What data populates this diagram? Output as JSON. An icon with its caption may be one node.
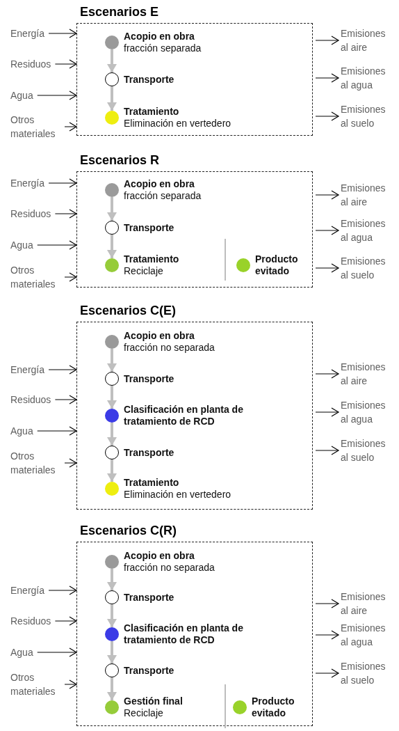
{
  "diagram": {
    "nodes": [
      {
        "text": [
          "Escenarios E"
        ]
      },
      {
        "text": [],
        "shape": "circle",
        "beside": [
          "Acopio en obra",
          "fracción separada"
        ],
        "in": 0
      },
      {
        "text": [],
        "shape": "circle",
        "beside": [
          "Transporte"
        ],
        "in": 0
      },
      {
        "text": [],
        "shape": "circle",
        "beside": [
          "Tratamiento",
          "Eliminación en vertedero"
        ],
        "in": 0
      },
      {
        "text": [
          "Energía"
        ]
      },
      {
        "text": [
          "Residuos"
        ]
      },
      {
        "text": [
          "Agua"
        ]
      },
      {
        "text": [
          "Otros materiales"
        ]
      },
      {
        "text": [
          "Emisiones al aire"
        ]
      },
      {
        "text": [
          "Emisiones al agua"
        ]
      },
      {
        "text": [
          "Emisiones al suelo"
        ]
      },
      {
        "text": [
          "Escenarios R"
        ]
      },
      {
        "text": [],
        "shape": "circle",
        "beside": [
          "Acopio en obra",
          "fracción separada"
        ],
        "in": 11
      },
      {
        "text": [],
        "shape": "circle",
        "beside": [
          "Transporte"
        ],
        "in": 11
      },
      {
        "text": [],
        "shape": "circle",
        "beside": [
          "Tratamiento",
          "Reciclaje"
        ],
        "in": 11
      },
      {
        "text": [],
        "shape": "circle",
        "beside": [
          "Producto evitado"
        ],
        "in": 11
      },
      {
        "text": [
          "Energía"
        ]
      },
      {
        "text": [
          "Residuos"
        ]
      },
      {
        "text": [
          "Agua"
        ]
      },
      {
        "text": [
          "Otros materiales"
        ]
      },
      {
        "text": [
          "Emisiones al aire"
        ]
      },
      {
        "text": [
          "Emisiones al agua"
        ]
      },
      {
        "text": [
          "Emisiones al suelo"
        ]
      },
      {
        "text": [
          "Escenarios C(E)"
        ]
      },
      {
        "text": [],
        "shape": "circle",
        "beside": [
          "Acopio en obra",
          "fracción no separada"
        ],
        "in": 23
      },
      {
        "text": [],
        "shape": "circle",
        "beside": [
          "Transporte"
        ],
        "in": 23
      },
      {
        "text": [],
        "shape": "circle",
        "beside": [
          "Clasificación en planta de tratamiento de RCD"
        ],
        "in": 23
      },
      {
        "text": [],
        "shape": "circle",
        "beside": [
          "Transporte"
        ],
        "in": 23
      },
      {
        "text": [],
        "shape": "circle",
        "beside": [
          "Tratamiento",
          "Eliminación en vertedero"
        ],
        "in": 23
      },
      {
        "text": [
          "Energía"
        ]
      },
      {
        "text": [
          "Residuos"
        ]
      },
      {
        "text": [
          "Agua"
        ]
      },
      {
        "text": [
          "Otros materiales"
        ]
      },
      {
        "text": [
          "Emisiones al aire"
        ]
      },
      {
        "text": [
          "Emisiones al agua"
        ]
      },
      {
        "text": [
          "Emisiones al suelo"
        ]
      },
      {
        "text": [
          "Escenarios C(R)"
        ]
      },
      {
        "text": [],
        "shape": "circle",
        "beside": [
          "Acopio en obra",
          "fracción no separada"
        ],
        "in": 36
      },
      {
        "text": [],
        "shape": "circle",
        "beside": [
          "Transporte"
        ],
        "in": 36
      },
      {
        "text": [],
        "shape": "circle",
        "beside": [
          "Clasificación en planta de tratamiento de RCD"
        ],
        "in": 36
      },
      {
        "text": [],
        "shape": "circle",
        "beside": [
          "Transporte"
        ],
        "in": 36
      },
      {
        "text": [],
        "shape": "circle",
        "beside": [
          "Gestión final",
          "Reciclaje"
        ],
        "in": 36
      },
      {
        "text": [],
        "shape": "circle",
        "beside": [
          "Producto evitado"
        ],
        "in": 36
      },
      {
        "text": [
          "Energía"
        ]
      },
      {
        "text": [
          "Residuos"
        ]
      },
      {
        "text": [
          "Agua"
        ]
      },
      {
        "text": [
          "Otros materiales"
        ]
      },
      {
        "text": [
          "Emisiones al aire"
        ]
      },
      {
        "text": [
          "Emisiones al agua"
        ]
      },
      {
        "text": [
          "Emisiones al suelo"
        ]
      }
    ],
    "edges": [
      {
        "from": 1,
        "to": 2,
        "arrow": "to",
        "style": "thick",
        "color": "#bfbfbf"
      },
      {
        "from": 2,
        "to": 3,
        "arrow": "to",
        "style": "thick",
        "color": "#bfbfbf"
      },
      {
        "from": 4,
        "to": 0,
        "arrow": "to"
      },
      {
        "from": 5,
        "to": 0,
        "arrow": "to"
      },
      {
        "from": 6,
        "to": 0,
        "arrow": "to"
      },
      {
        "from": 7,
        "to": 0,
        "arrow": "to"
      },
      {
        "from": 0,
        "to": 8,
        "arrow": "to"
      },
      {
        "from": 0,
        "to": 9,
        "arrow": "to"
      },
      {
        "from": 0,
        "to": 10,
        "arrow": "to"
      },
      {
        "from": 12,
        "to": 13,
        "arrow": "to",
        "style": "thick",
        "color": "#bfbfbf"
      },
      {
        "from": 13,
        "to": 14,
        "arrow": "to",
        "style": "thick",
        "color": "#bfbfbf"
      },
      {
        "from": 16,
        "to": 11,
        "arrow": "to"
      },
      {
        "from": 17,
        "to": 11,
        "arrow": "to"
      },
      {
        "from": 18,
        "to": 11,
        "arrow": "to"
      },
      {
        "from": 19,
        "to": 11,
        "arrow": "to"
      },
      {
        "from": 11,
        "to": 20,
        "arrow": "to"
      },
      {
        "from": 11,
        "to": 21,
        "arrow": "to"
      },
      {
        "from": 11,
        "to": 22,
        "arrow": "to"
      },
      {
        "from": 24,
        "to": 25,
        "arrow": "to",
        "style": "thick",
        "color": "#bfbfbf"
      },
      {
        "from": 25,
        "to": 26,
        "arrow": "to",
        "style": "thick",
        "color": "#bfbfbf"
      },
      {
        "from": 26,
        "to": 27,
        "arrow": "to",
        "style": "thick",
        "color": "#bfbfbf"
      },
      {
        "from": 27,
        "to": 28,
        "arrow": "to",
        "style": "thick",
        "color": "#bfbfbf"
      },
      {
        "from": 29,
        "to": 23,
        "arrow": "to"
      },
      {
        "from": 30,
        "to": 23,
        "arrow": "to"
      },
      {
        "from": 31,
        "to": 23,
        "arrow": "to"
      },
      {
        "from": 32,
        "to": 23,
        "arrow": "to"
      },
      {
        "from": 23,
        "to": 33,
        "arrow": "to"
      },
      {
        "from": 23,
        "to": 34,
        "arrow": "to"
      },
      {
        "from": 23,
        "to": 35,
        "arrow": "to"
      },
      {
        "from": 37,
        "to": 38,
        "arrow": "to",
        "style": "thick",
        "color": "#bfbfbf"
      },
      {
        "from": 38,
        "to": 39,
        "arrow": "to",
        "style": "thick",
        "color": "#bfbfbf"
      },
      {
        "from": 39,
        "to": 40,
        "arrow": "to",
        "style": "thick",
        "color": "#bfbfbf"
      },
      {
        "from": 40,
        "to": 41,
        "arrow": "to",
        "style": "thick",
        "color": "#bfbfbf"
      },
      {
        "from": 43,
        "to": 36,
        "arrow": "to"
      },
      {
        "from": 44,
        "to": 36,
        "arrow": "to"
      },
      {
        "from": 45,
        "to": 36,
        "arrow": "to"
      },
      {
        "from": 46,
        "to": 36,
        "arrow": "to"
      },
      {
        "from": 36,
        "to": 47,
        "arrow": "to"
      },
      {
        "from": 36,
        "to": 48,
        "arrow": "to"
      },
      {
        "from": 36,
        "to": 49,
        "arrow": "to"
      }
    ]
  }
}
